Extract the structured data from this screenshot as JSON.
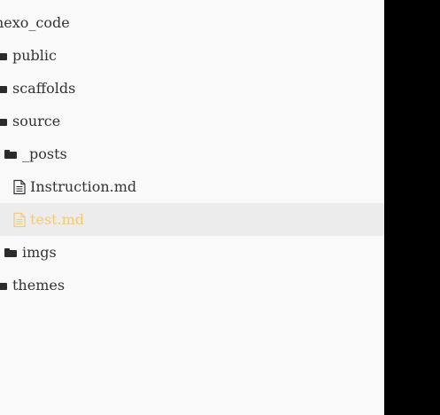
{
  "tree": {
    "root_label": "hexo_code",
    "items": [
      {
        "name": "public",
        "type": "folder"
      },
      {
        "name": "scaffolds",
        "type": "folder"
      },
      {
        "name": "source",
        "type": "folder"
      },
      {
        "name": "_posts",
        "type": "folder"
      },
      {
        "name": "Instruction.md",
        "type": "file"
      },
      {
        "name": "test.md",
        "type": "file",
        "selected": true
      },
      {
        "name": "imgs",
        "type": "folder"
      },
      {
        "name": "themes",
        "type": "folder"
      }
    ]
  },
  "colors": {
    "panel_background": "#f9f9f9",
    "selected_row_background": "#ececec",
    "selected_text": "#f5c97a",
    "text": "#333333",
    "outside_area": "#000000"
  },
  "icons": {
    "folder": "folder-icon",
    "file": "document-icon"
  }
}
